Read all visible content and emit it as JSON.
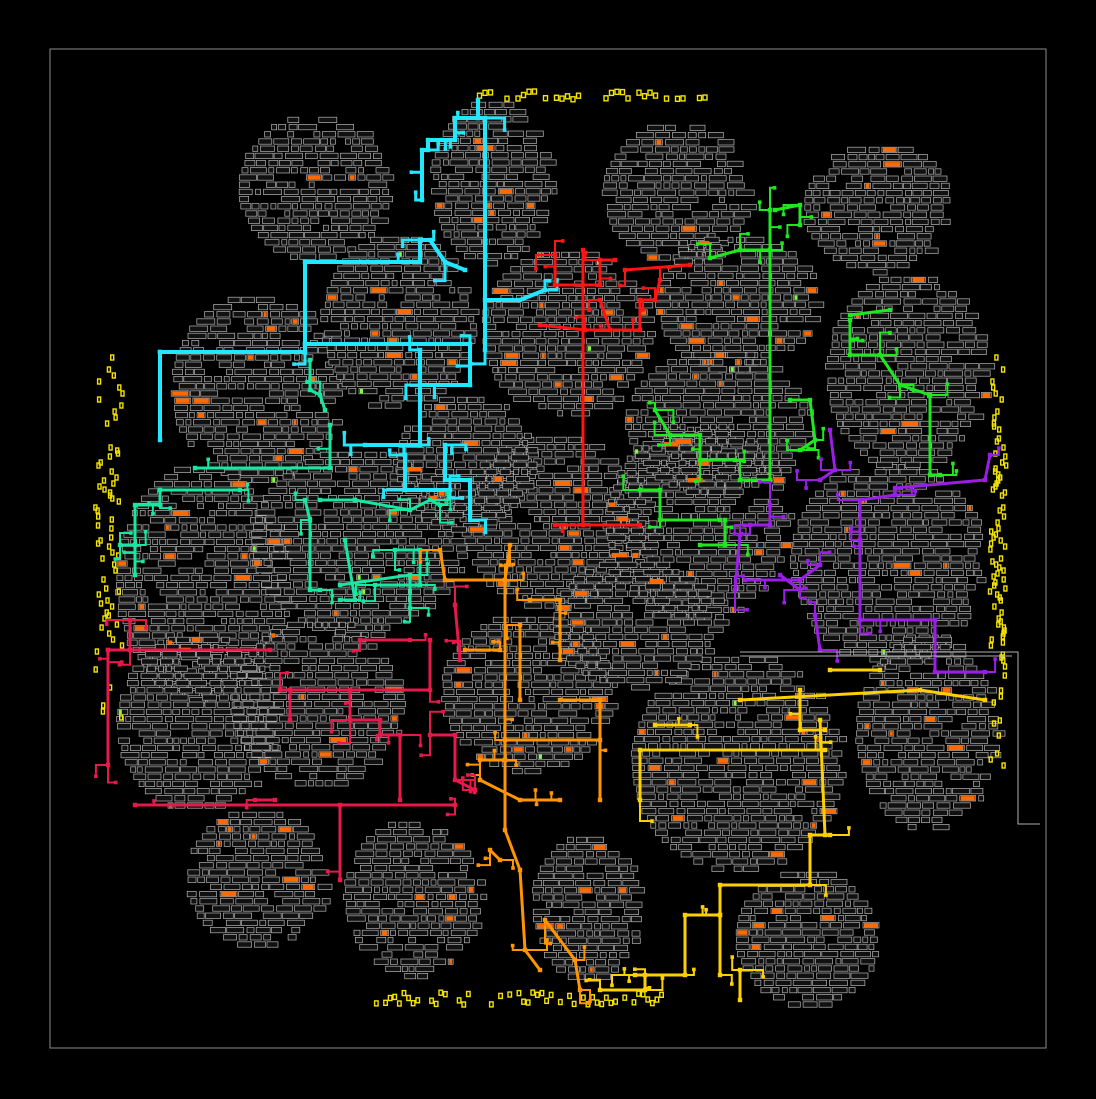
{
  "colors": {
    "background": "#000000",
    "die_outline": "#8c8c8c",
    "cell_outline": "#b4b4b4",
    "cell_fill": "#111111",
    "highlight_cell": "#ff6a00",
    "highlight_cell_alt": "#7fff3a",
    "io_pin": "#f5e400"
  },
  "nets": [
    {
      "id": "net-cyan",
      "color": "#22e8ff"
    },
    {
      "id": "net-red",
      "color": "#ff1414"
    },
    {
      "id": "net-green",
      "color": "#1ee81e"
    },
    {
      "id": "net-teal",
      "color": "#15e8a0"
    },
    {
      "id": "net-purple",
      "color": "#9a1ee6"
    },
    {
      "id": "net-orange",
      "color": "#ff9500"
    },
    {
      "id": "net-crimson",
      "color": "#e6194b"
    },
    {
      "id": "net-yellow",
      "color": "#ffd000"
    }
  ]
}
